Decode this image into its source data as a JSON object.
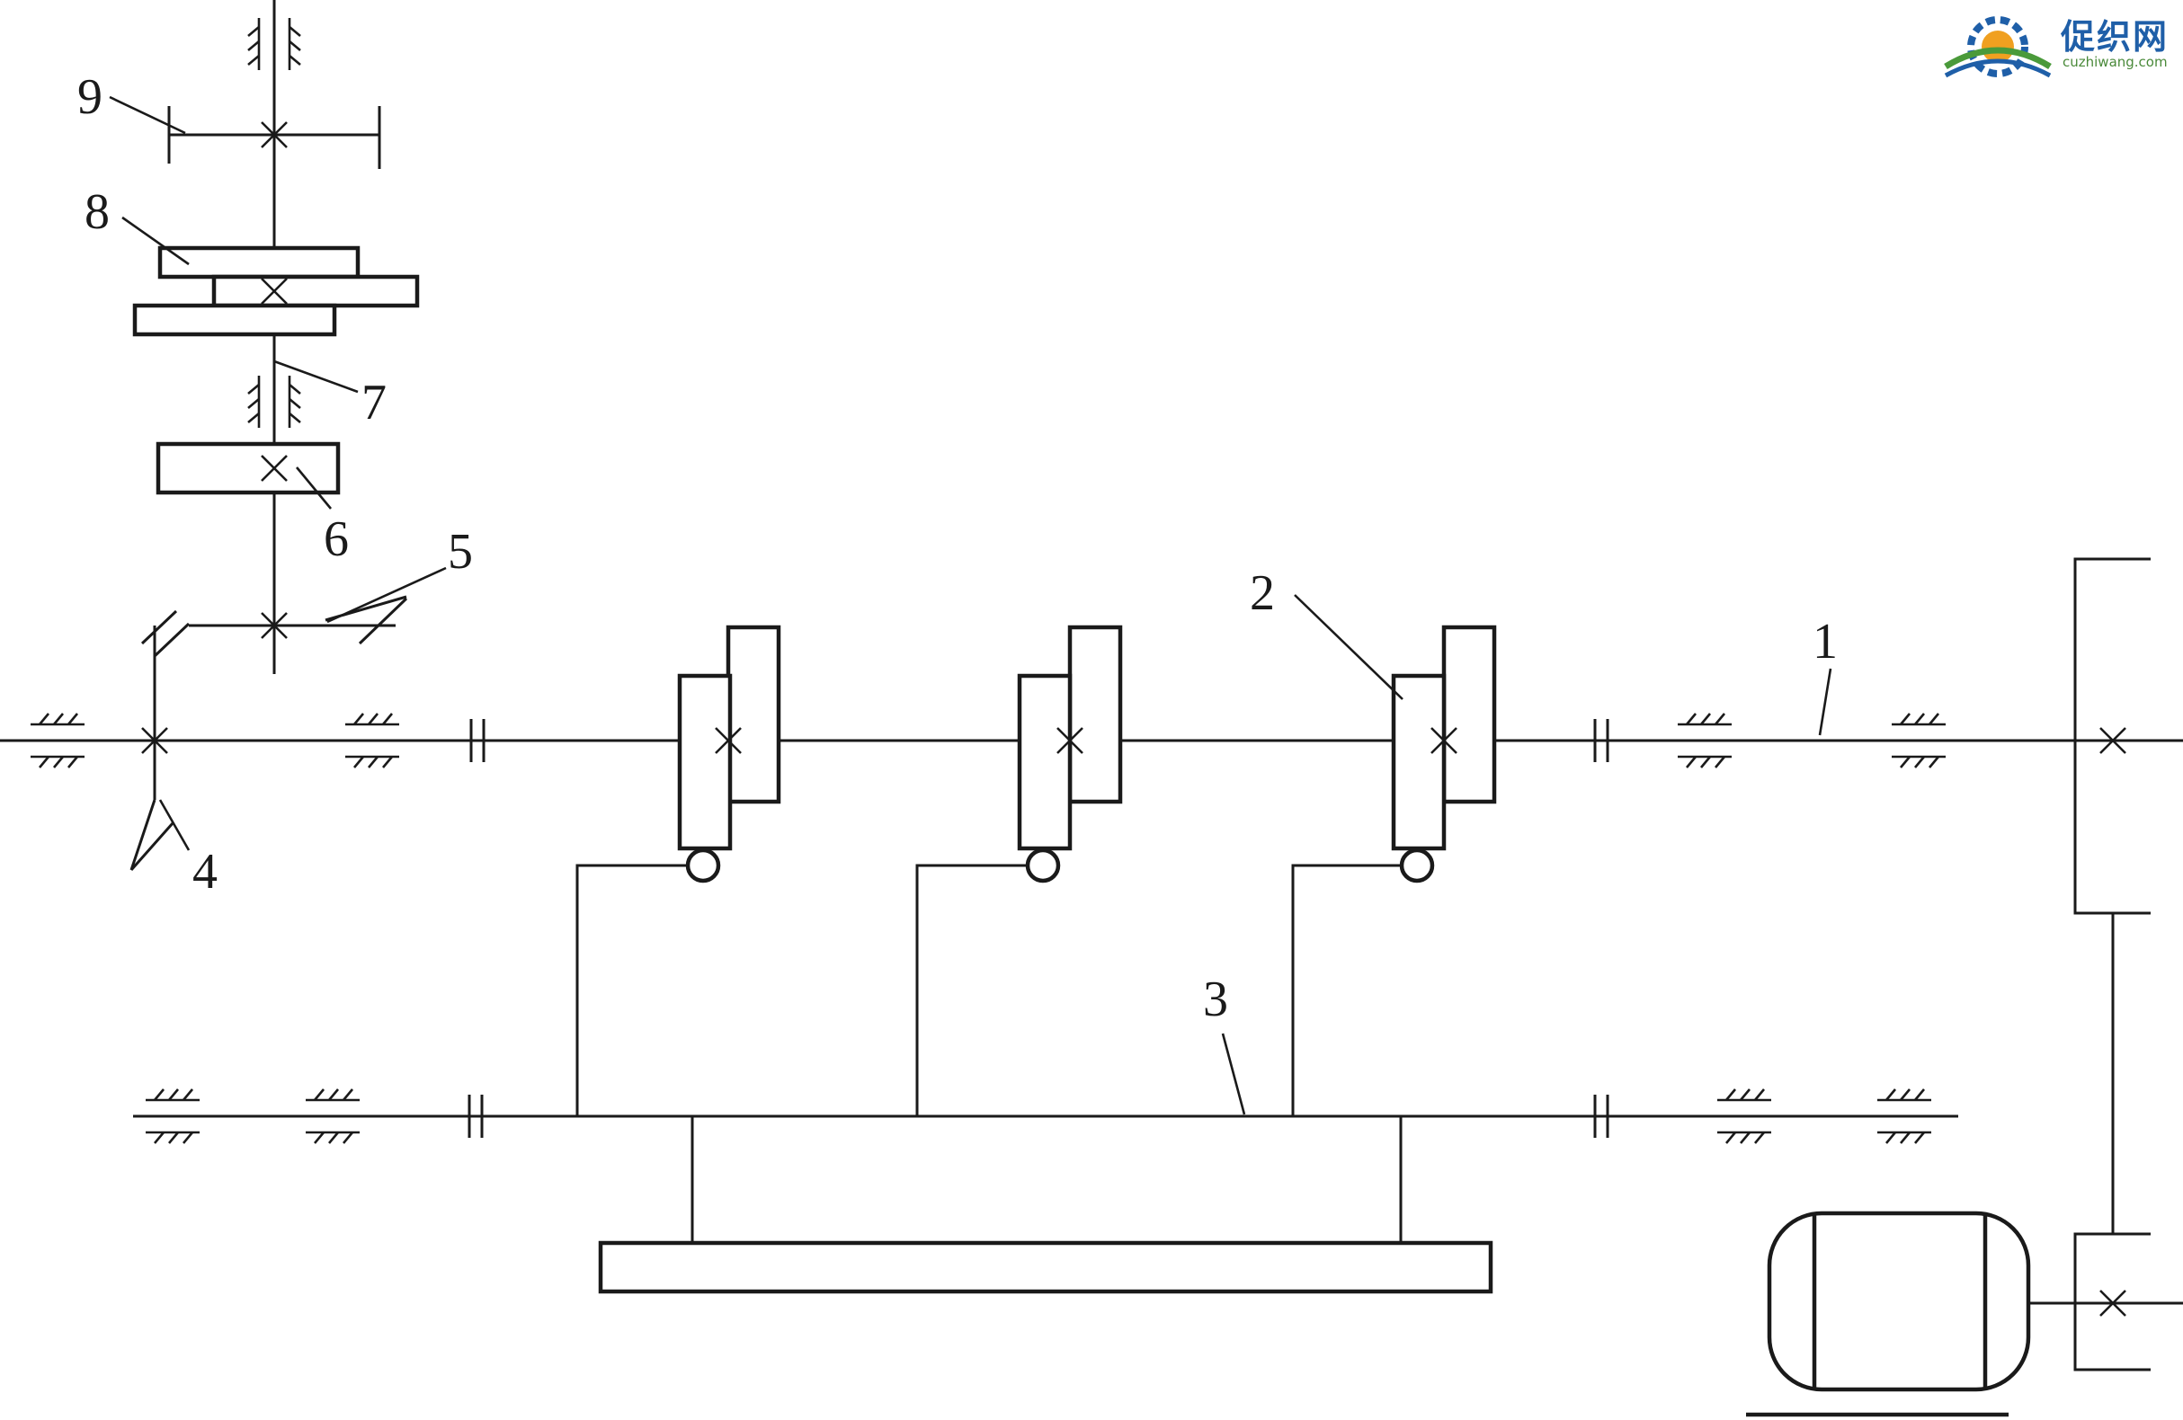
{
  "figure": {
    "part_labels": [
      "1",
      "2",
      "3",
      "4",
      "5",
      "6",
      "7",
      "8",
      "9"
    ]
  },
  "watermark": {
    "name": "促织网",
    "url": "cuzhiwang.com",
    "colors": {
      "blue": "#1f5fa8",
      "green": "#4a9a3a",
      "orange": "#f0a020"
    },
    "icon": "gear-sun-logo-icon"
  }
}
